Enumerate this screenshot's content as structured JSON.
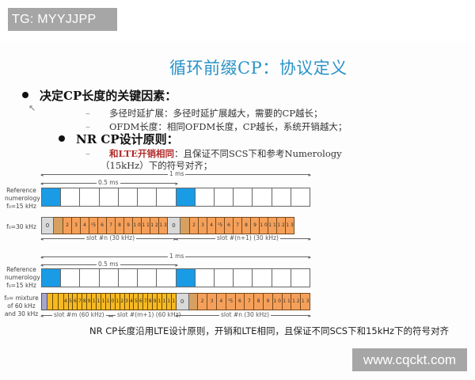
{
  "watermarks": {
    "top_left": "TG: MYYJJPP",
    "bottom_right": "www.cqckt.com"
  },
  "slide": {
    "title": "循环前缀CP：协议定义",
    "bullets": [
      {
        "text": "决定CP长度的关键因素：",
        "subitems": [
          "多径时延扩展：多径时延扩展越大，需要的CP越长；",
          "OFDM长度：相同OFDM长度，CP越长，系统开销越大；"
        ]
      },
      {
        "text": "NR CP设计原则：",
        "subitems": [
          {
            "highlight": "和LTE开销相同",
            "rest": "：且保证不同SCS下和参考Numerology",
            "line2": "（15kHz）下的符号对齐；"
          }
        ]
      }
    ],
    "caption": "NR CP长度沿用LTE设计原则，开销和LTE相同，且保证不同SCS下和15kHz下的符号对齐",
    "cursor_glyph": "↖"
  },
  "diagram": {
    "top": {
      "span_1ms": "1 ms",
      "span_05ms": "0.5 ms",
      "ref_label": "Reference numerology f₀=15 kHz",
      "ref_label_lines": [
        "Reference",
        "numerology",
        "f₀=15 kHz"
      ],
      "row_label": "f₀=30 kHz",
      "slot_n": "slot #n (30 kHz)",
      "slot_n1": "slot #(n+1) (30 kHz)",
      "symbols_slot1": [
        "0",
        "",
        "2",
        "3",
        "4",
        "¹5",
        "6",
        "7",
        "8",
        "9",
        "1 0",
        "1 1",
        "1 2",
        "1 3"
      ],
      "symbols_slot2": [
        "0",
        "",
        "2",
        "3",
        "4",
        "¹5",
        "6",
        "7",
        "8",
        "9",
        "1 0",
        "1 1",
        "1 2",
        "1 3"
      ]
    },
    "bottom": {
      "span_1ms": "1 ms",
      "span_05ms": "0.5 ms",
      "ref_label_lines": [
        "Reference",
        "numerology",
        "f₀=15 kHz"
      ],
      "row_label_lines": [
        "f₀= mixture",
        "of 60 kHz",
        "and 30 kHz"
      ],
      "slot_m": "slot #m (60 kHz)",
      "slot_m1": "slot #(m+1) (60 kHz)",
      "slot_n": "slot #n (30 kHz)",
      "symbols_30k": [
        "0",
        "",
        "2",
        "3",
        "4",
        "¹5",
        "6",
        "7",
        "8",
        "9",
        "1 0",
        "1 1",
        "1 2",
        "1 3"
      ]
    },
    "colors": {
      "reference_blue": "#1a9be6",
      "symbol_30k_orange": "#f5a05a",
      "symbol_60k_yellow": "#f5b922",
      "cp_grey": "#d9d9d9",
      "title_blue": "#2a93c8",
      "highlight_red": "#b22b2b"
    }
  }
}
